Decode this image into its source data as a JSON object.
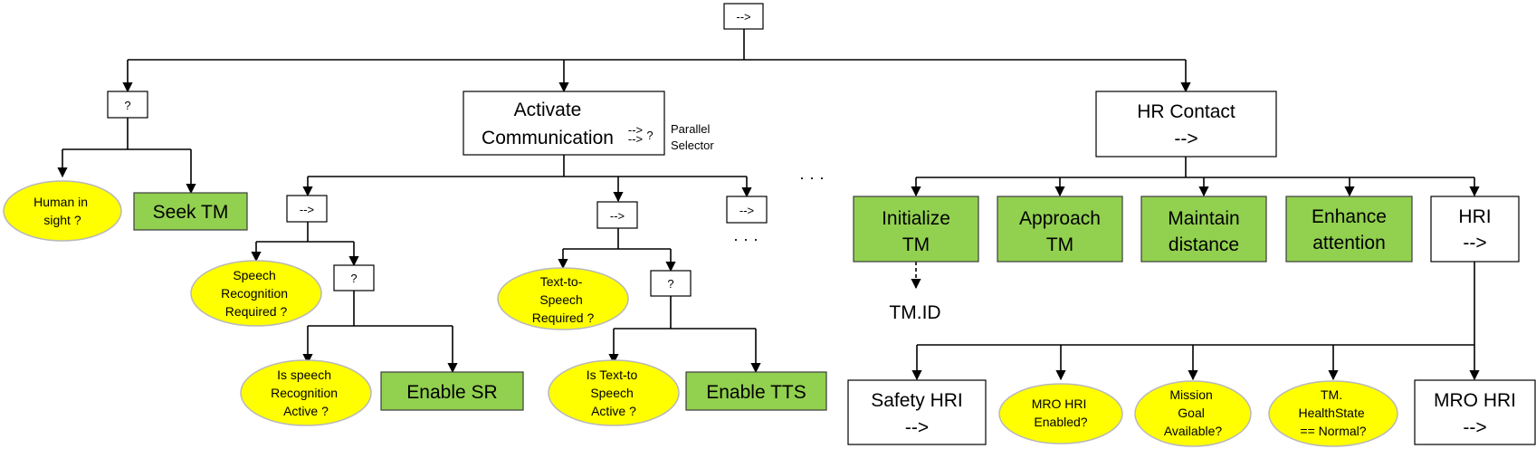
{
  "root": {
    "label": "-->"
  },
  "selector_1": {
    "label": "?"
  },
  "human_in_sight": {
    "lines": [
      "Human in",
      "sight ?"
    ]
  },
  "seek_tm": {
    "label": "Seek TM"
  },
  "activate_comm": {
    "lines": [
      "Activate",
      "Communication"
    ],
    "symbol_top": "-->",
    "symbol_bottom": "-->",
    "symbol_q": "?"
  },
  "parallel_selector": {
    "lines": [
      "Parallel",
      "Selector"
    ]
  },
  "seq_sr": {
    "label": "-->"
  },
  "speech_required": {
    "lines": [
      "Speech",
      "Recognition",
      "Required ?"
    ]
  },
  "selector_sr": {
    "label": "?"
  },
  "speech_active": {
    "lines": [
      "Is speech",
      "Recognition",
      "Active ?"
    ]
  },
  "enable_sr": {
    "label": "Enable SR"
  },
  "seq_tts": {
    "label": "-->"
  },
  "tts_required": {
    "lines": [
      "Text-to-",
      "Speech",
      "Required ?"
    ]
  },
  "selector_tts": {
    "label": "?"
  },
  "tts_active": {
    "lines": [
      "Is Text-to",
      "Speech",
      "Active ?"
    ]
  },
  "enable_tts": {
    "label": "Enable TTS"
  },
  "seq_more": {
    "label": "-->"
  },
  "ellipsis_top": "· · ·",
  "ellipsis_mid": "· · ·",
  "hr_contact": {
    "lines": [
      "HR Contact",
      "-->"
    ]
  },
  "initialize_tm": {
    "lines": [
      "Initialize",
      "TM"
    ]
  },
  "tm_id": "TM.ID",
  "approach_tm": {
    "lines": [
      "Approach",
      "TM"
    ]
  },
  "maintain_distance": {
    "lines": [
      "Maintain",
      "distance"
    ]
  },
  "enhance_attention": {
    "lines": [
      "Enhance",
      "attention"
    ]
  },
  "hri": {
    "lines": [
      "HRI",
      "-->"
    ]
  },
  "safety_hri": {
    "lines": [
      "Safety HRI",
      "-->"
    ]
  },
  "mro_hri_enabled": {
    "lines": [
      "MRO HRI",
      "Enabled?"
    ]
  },
  "mission_goal": {
    "lines": [
      "Mission",
      "Goal",
      "Available?"
    ]
  },
  "healthstate": {
    "lines": [
      "TM.",
      "HealthState",
      "== Normal?"
    ]
  },
  "mro_hri": {
    "lines": [
      "MRO HRI",
      "-->"
    ]
  },
  "colors": {
    "action_green": "#92d050",
    "condition_yellow": "#ffff00",
    "edge": "#000000"
  }
}
